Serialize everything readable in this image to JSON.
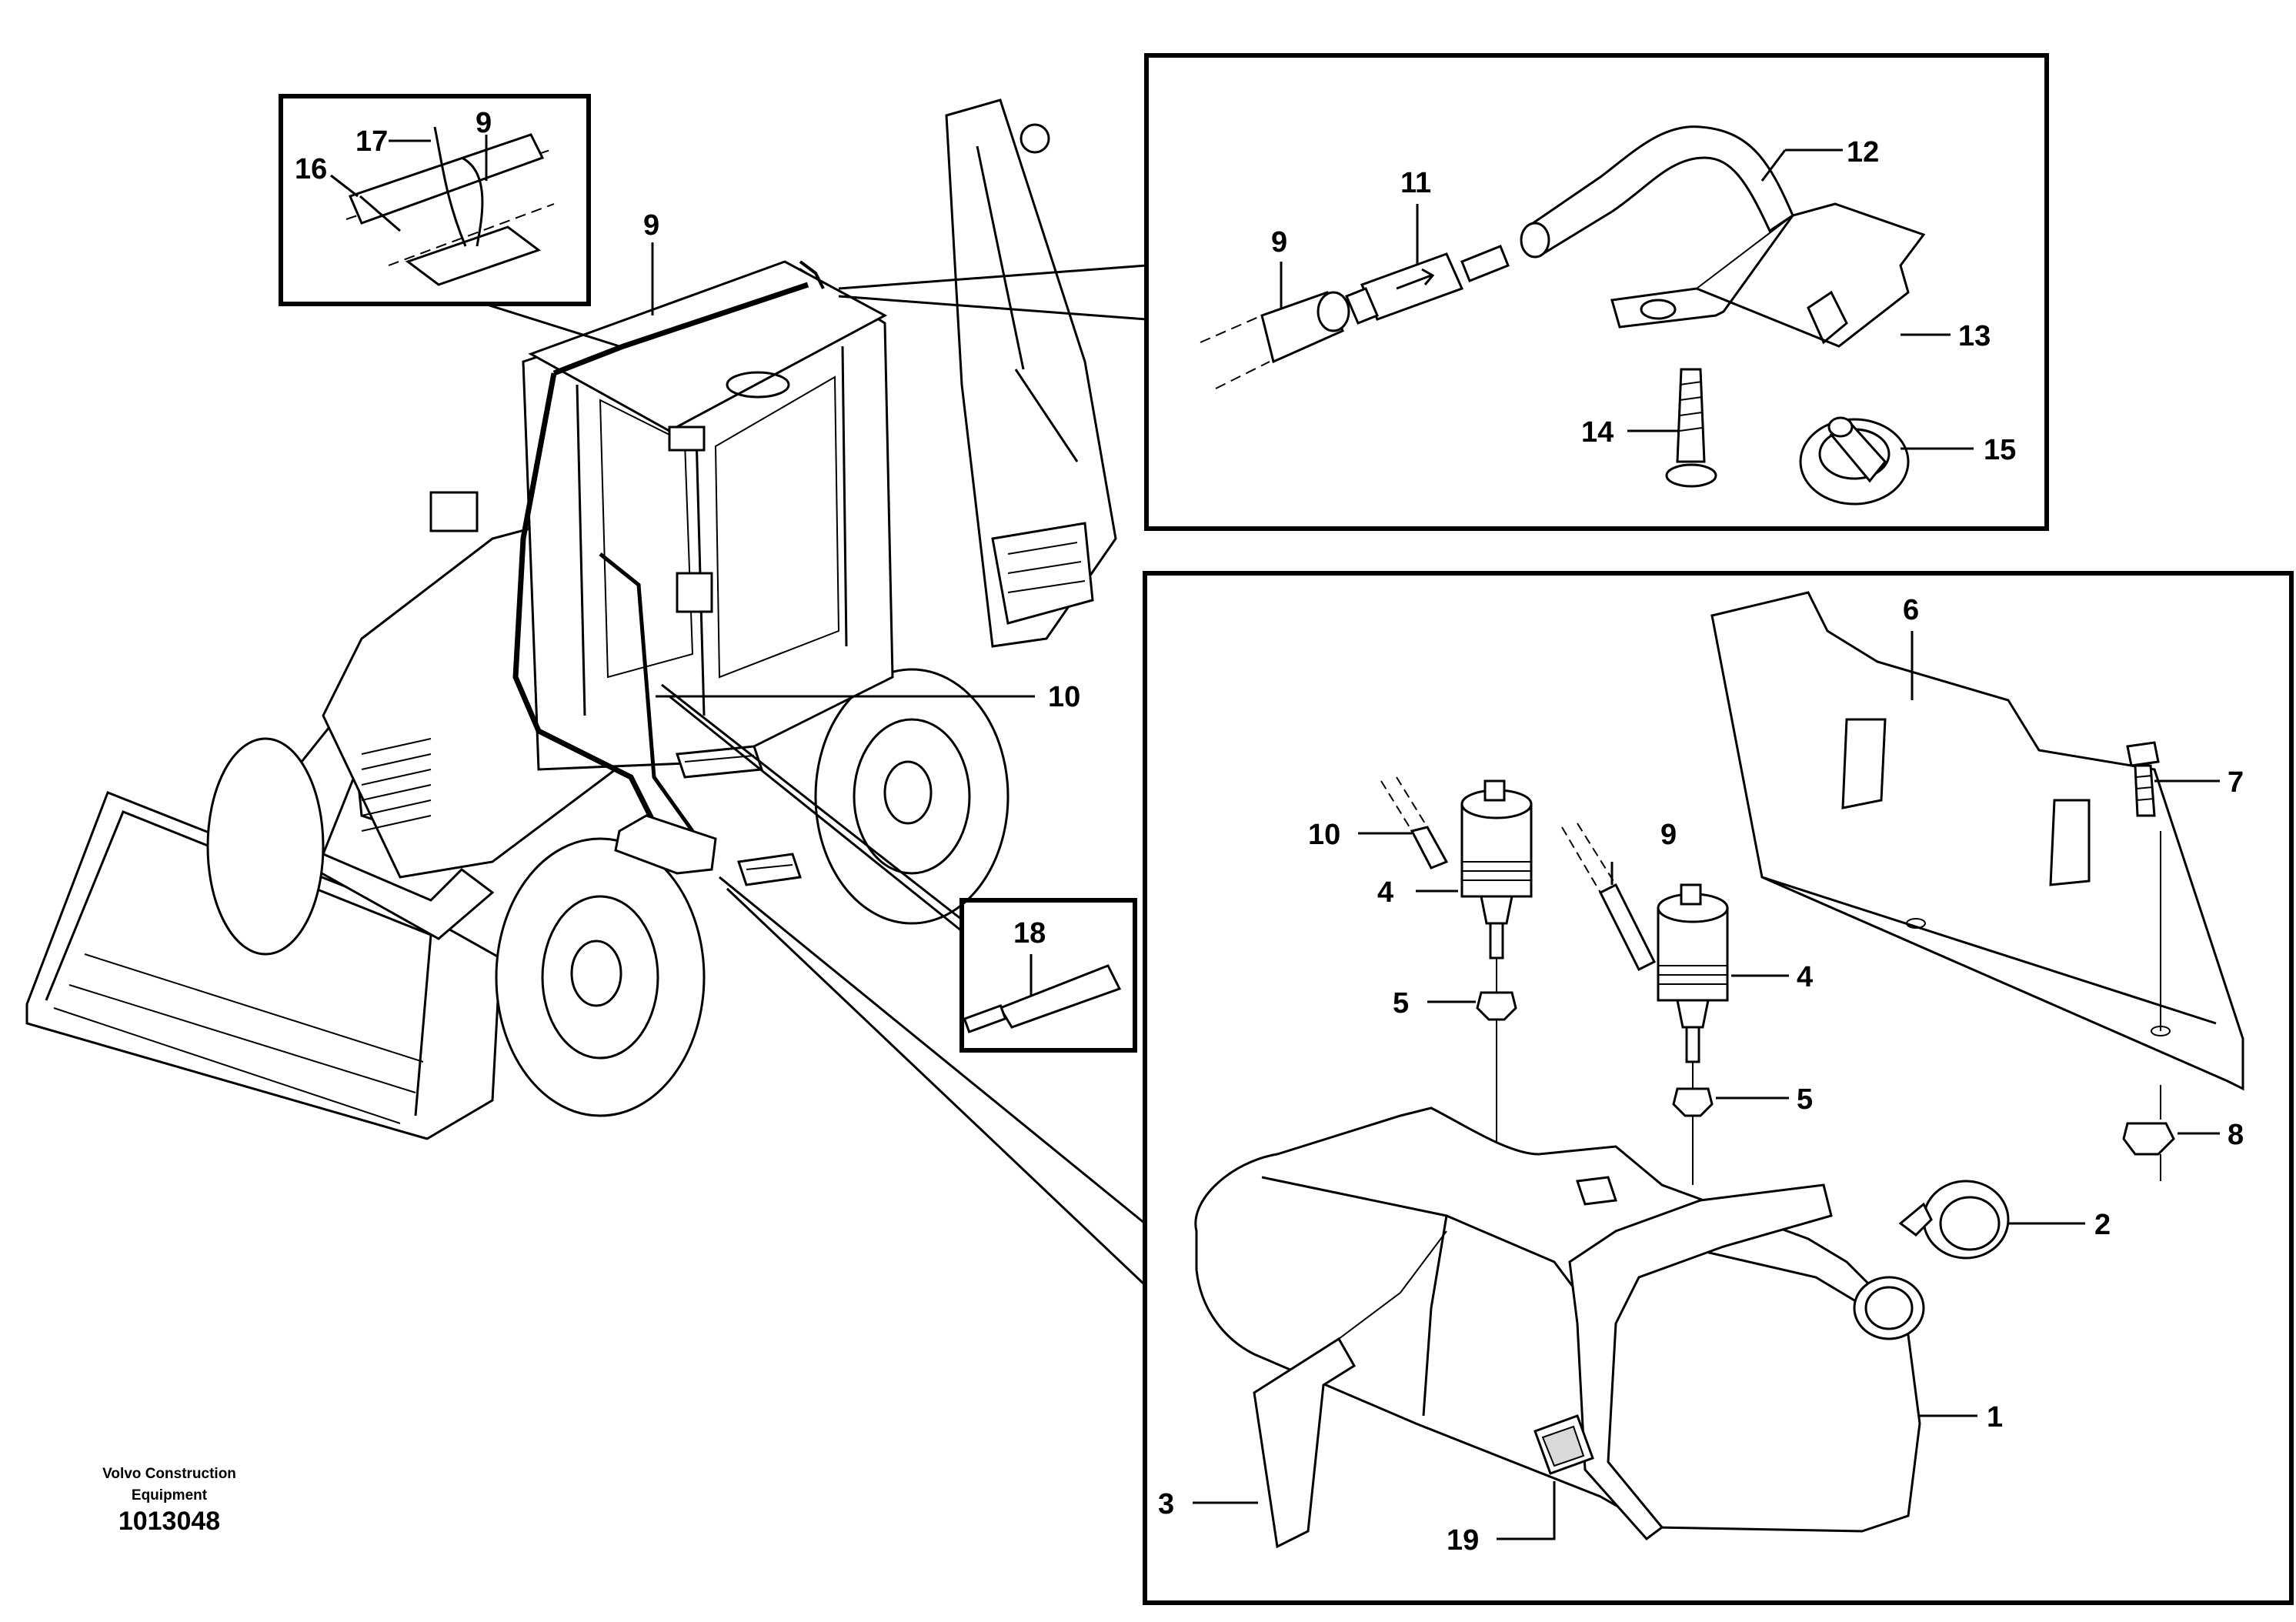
{
  "credit": {
    "line1": "Volvo Construction",
    "line2": "Equipment",
    "number": "1013048"
  },
  "labels": {
    "main_9": "9",
    "main_10": "10",
    "main_18": "18",
    "ins_16": "16",
    "ins_17": "17",
    "ins_9": "9",
    "top_9": "9",
    "top_11": "11",
    "top_12": "12",
    "top_13": "13",
    "top_14": "14",
    "top_15": "15",
    "bot_1": "1",
    "bot_2": "2",
    "bot_3": "3",
    "bot_4a": "4",
    "bot_4b": "4",
    "bot_5a": "5",
    "bot_5b": "5",
    "bot_6": "6",
    "bot_7": "7",
    "bot_8": "8",
    "bot_9": "9",
    "bot_10": "10",
    "bot_19": "19"
  }
}
